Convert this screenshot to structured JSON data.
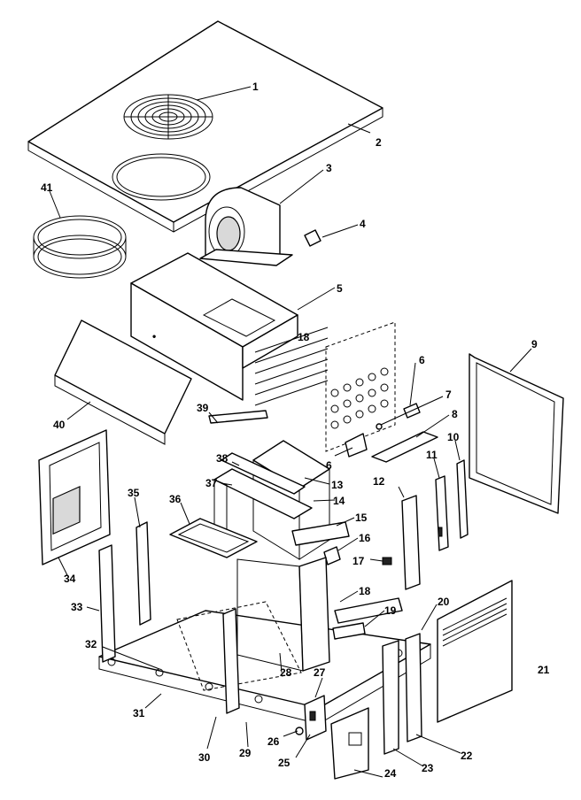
{
  "callouts": [
    {
      "id": "1",
      "label": "1"
    },
    {
      "id": "2",
      "label": "2"
    },
    {
      "id": "3",
      "label": "3"
    },
    {
      "id": "4",
      "label": "4"
    },
    {
      "id": "5",
      "label": "5"
    },
    {
      "id": "6a",
      "label": "6"
    },
    {
      "id": "6b",
      "label": "6"
    },
    {
      "id": "7",
      "label": "7"
    },
    {
      "id": "8",
      "label": "8"
    },
    {
      "id": "9",
      "label": "9"
    },
    {
      "id": "10",
      "label": "10"
    },
    {
      "id": "11",
      "label": "11"
    },
    {
      "id": "12",
      "label": "12"
    },
    {
      "id": "13",
      "label": "13"
    },
    {
      "id": "14",
      "label": "14"
    },
    {
      "id": "15",
      "label": "15"
    },
    {
      "id": "16",
      "label": "16"
    },
    {
      "id": "17",
      "label": "17"
    },
    {
      "id": "18a",
      "label": "18"
    },
    {
      "id": "18b",
      "label": "18"
    },
    {
      "id": "19",
      "label": "19"
    },
    {
      "id": "20",
      "label": "20"
    },
    {
      "id": "21",
      "label": "21"
    },
    {
      "id": "22",
      "label": "22"
    },
    {
      "id": "23",
      "label": "23"
    },
    {
      "id": "24",
      "label": "24"
    },
    {
      "id": "25",
      "label": "25"
    },
    {
      "id": "26",
      "label": "26"
    },
    {
      "id": "27",
      "label": "27"
    },
    {
      "id": "28",
      "label": "28"
    },
    {
      "id": "29",
      "label": "29"
    },
    {
      "id": "30",
      "label": "30"
    },
    {
      "id": "31",
      "label": "31"
    },
    {
      "id": "32",
      "label": "32"
    },
    {
      "id": "33",
      "label": "33"
    },
    {
      "id": "34",
      "label": "34"
    },
    {
      "id": "35",
      "label": "35"
    },
    {
      "id": "36",
      "label": "36"
    },
    {
      "id": "37",
      "label": "37"
    },
    {
      "id": "38",
      "label": "38"
    },
    {
      "id": "39",
      "label": "39"
    },
    {
      "id": "40",
      "label": "40"
    },
    {
      "id": "41",
      "label": "41"
    }
  ]
}
